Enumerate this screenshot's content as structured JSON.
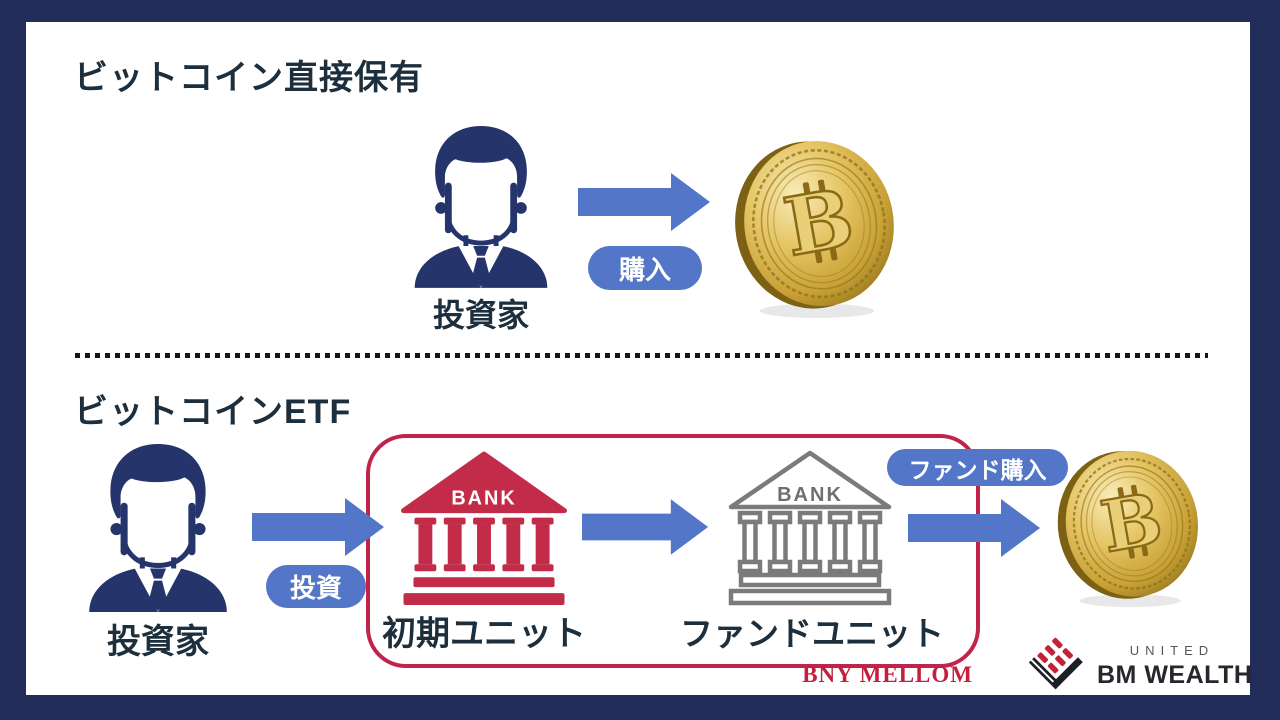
{
  "colors": {
    "frame_navy": "#212c59",
    "accent_blue": "#5376c8",
    "brand_red": "#c22c49",
    "box_red": "#c0244a",
    "icon_navy": "#25356b",
    "text_dark": "#1d2f3c",
    "bank_gray": "#7b7b7b",
    "bny_red": "#c41f3e",
    "gold": "#d9b44a",
    "dot_black": "#141414"
  },
  "section_direct": {
    "title": "ビットコイン直接保有",
    "investor_label": "投資家",
    "arrow_label": "購入"
  },
  "section_etf": {
    "title": "ビットコインETF",
    "investor_label": "投資家",
    "invest_label": "投資",
    "initial_unit_bank_sign": "BANK",
    "initial_unit_label": "初期ユニット",
    "fund_unit_bank_sign": "BANK",
    "fund_unit_label": "ファンドユニット",
    "fund_purchase_label": "ファンド購入",
    "custodian_label": "BNY MELLOM"
  },
  "coin": {
    "symbol": "B"
  },
  "logo": {
    "top": "UNITED",
    "name": "BM WEALTH"
  }
}
